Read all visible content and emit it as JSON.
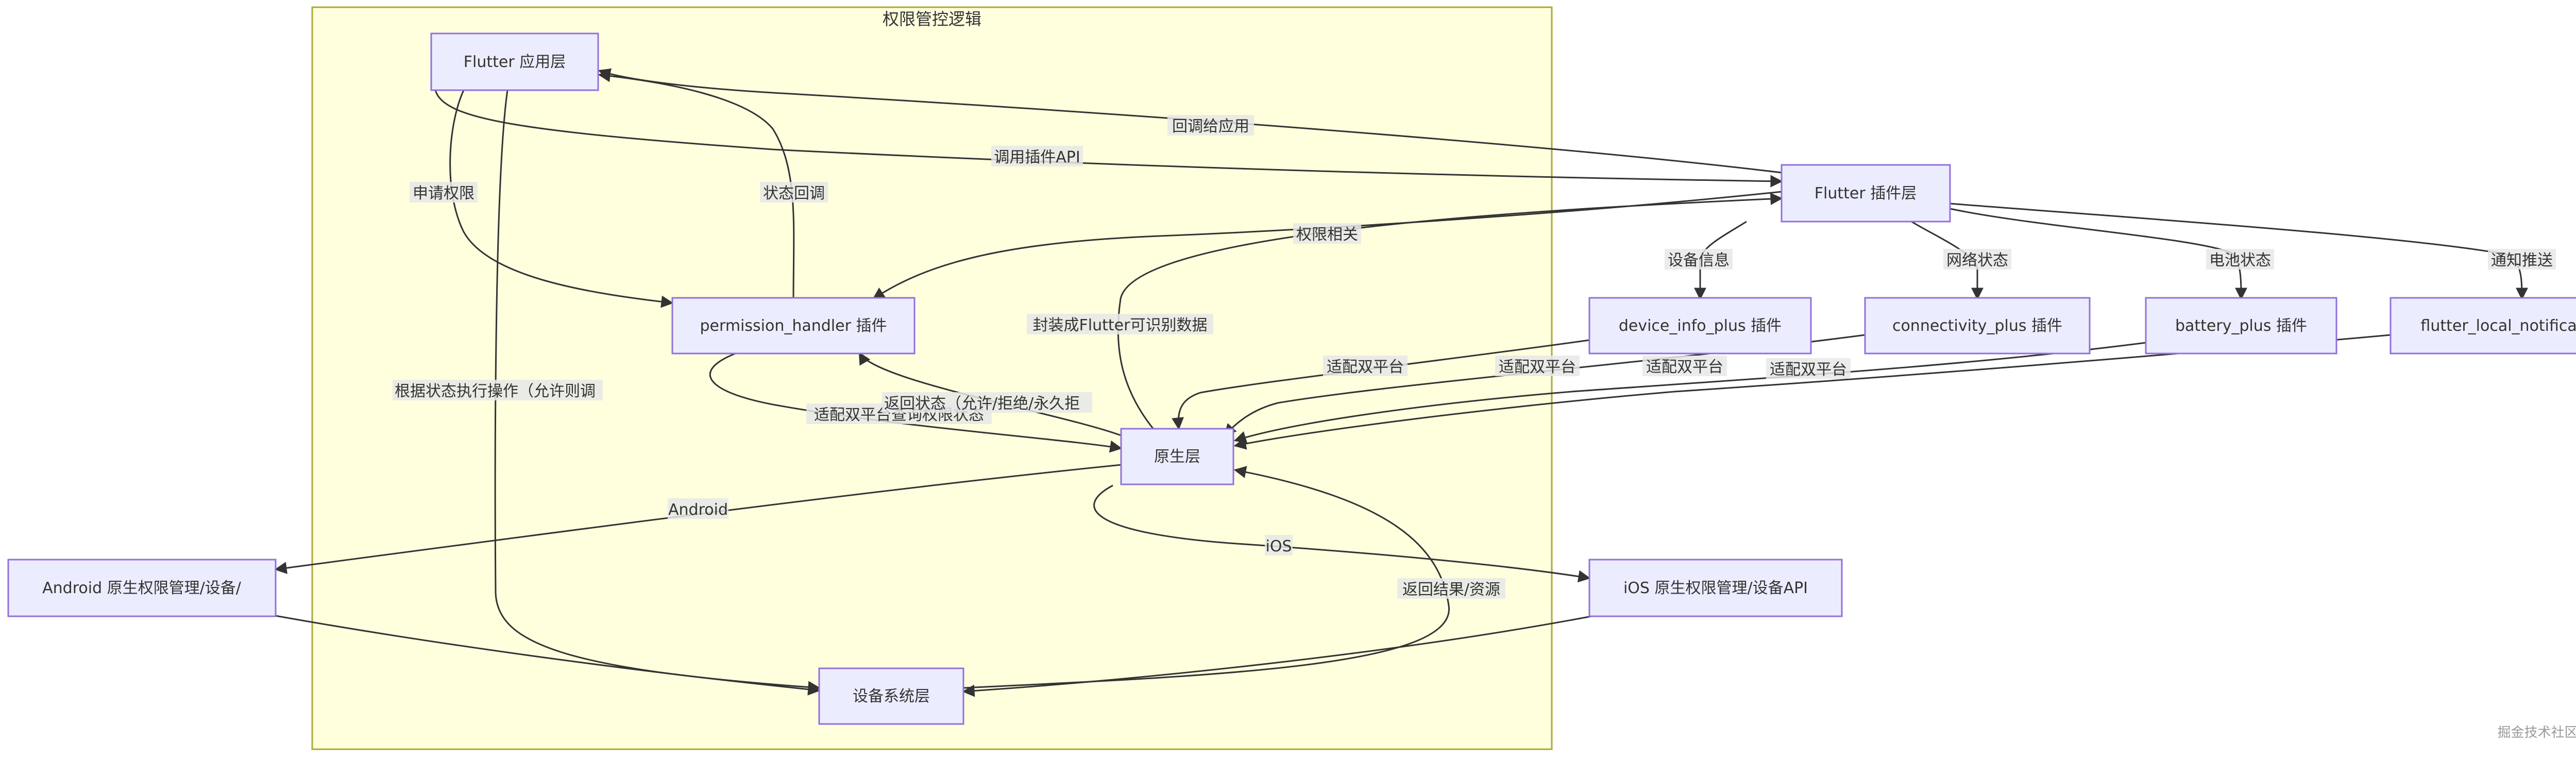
{
  "cluster": {
    "title": "权限管控逻辑"
  },
  "nodes": {
    "flutter_app": "Flutter 应用层",
    "flutter_plugin": "Flutter 插件层",
    "permission_handler": "permission_handler 插件",
    "device_info": "device_info_plus 插件",
    "connectivity": "connectivity_plus 插件",
    "battery": "battery_plus 插件",
    "notifications": "flutter_local_notifications/f",
    "native": "原生层",
    "android": "Android 原生权限管理/设备/",
    "ios": "iOS 原生权限管理/设备API",
    "system": "设备系统层"
  },
  "edges": {
    "app_to_plugin": "调用插件API",
    "plugin_to_app": "回调给应用",
    "app_to_perm": "申请权限",
    "perm_to_app": "状态回调",
    "plugin_to_perm": "权限相关",
    "native_to_plugin": "封装成Flutter可识别数据",
    "plugin_to_device": "设备信息",
    "plugin_to_conn": "网络状态",
    "plugin_to_batt": "电池状态",
    "plugin_to_notif": "通知推送",
    "device_to_native": "适配双平台",
    "conn_to_native": "适配双平台",
    "batt_to_native": "适配双平台",
    "notif_to_native": "适配双平台",
    "perm_to_native": "适配双平台查询权限状态",
    "native_to_perm": "返回状态（允许/拒绝/永久拒",
    "app_to_system": "根据状态执行操作（允许则调",
    "native_to_android": "Android",
    "native_to_ios": "iOS",
    "system_to_native": "返回结果/资源"
  },
  "watermark": "掘金技术社区 @ 节点玩家"
}
